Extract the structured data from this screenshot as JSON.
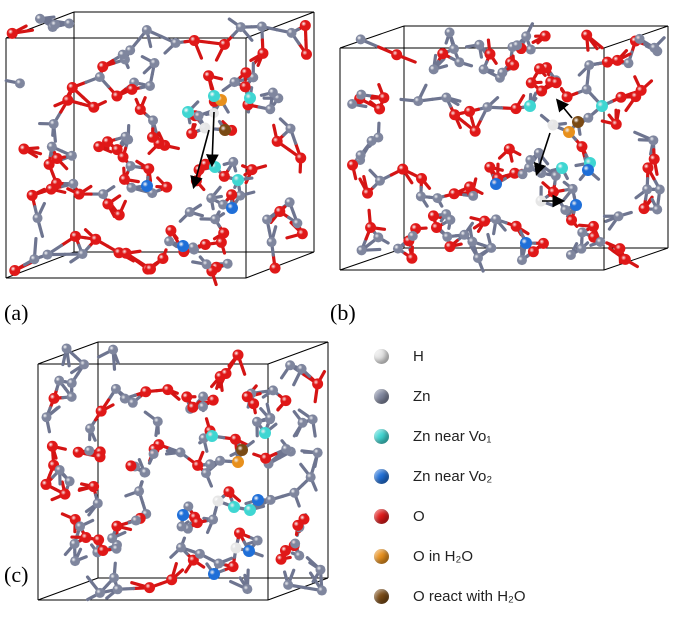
{
  "panels": [
    {
      "id": "a",
      "label": "(a)"
    },
    {
      "id": "b",
      "label": "(b)"
    },
    {
      "id": "c",
      "label": "(c)"
    }
  ],
  "legend": [
    {
      "key": "h",
      "label": "H",
      "color": "#e6e6e6"
    },
    {
      "key": "zn",
      "label": "Zn",
      "color": "#7f869e"
    },
    {
      "key": "zn_vo1",
      "label": "Zn near Vo₁",
      "color": "#3fd6d2"
    },
    {
      "key": "zn_vo2",
      "label": "Zn near Vo₂",
      "color": "#1f6fd8"
    },
    {
      "key": "o",
      "label": "O",
      "color": "#e01818"
    },
    {
      "key": "o_h2o",
      "label": "O in H₂O",
      "color": "#e8901c"
    },
    {
      "key": "o_react",
      "label": "O react with H₂O",
      "color": "#7a4a14"
    }
  ],
  "colors": {
    "bond_zn": "#6e7590",
    "bond_o": "#d41414",
    "frame": "#000000",
    "arrow": "#000000"
  }
}
